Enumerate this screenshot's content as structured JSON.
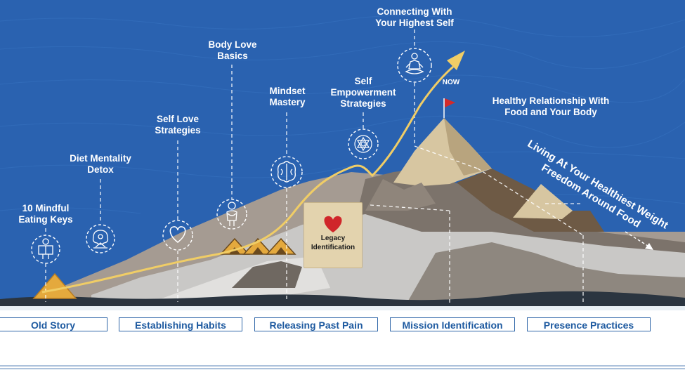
{
  "milestones": {
    "mindful_eating_keys": [
      "10 Mindful",
      "Eating Keys"
    ],
    "diet_mentality_detox": [
      "Diet Mentality",
      "Detox"
    ],
    "self_love_strategies": [
      "Self Love",
      "Strategies"
    ],
    "body_love_basics": [
      "Body Love",
      "Basics"
    ],
    "mindset_mastery": [
      "Mindset",
      "Mastery"
    ],
    "self_empowerment_strategies": [
      "Self",
      "Empowerment",
      "Strategies"
    ],
    "connecting_highest_self": [
      "Connecting With",
      "Your Highest Self"
    ],
    "healthy_relationship": [
      "Healthy Relationship With",
      "Food and Your Body"
    ]
  },
  "now_label": "NOW",
  "legacy_card": [
    "Legacy",
    "Identification"
  ],
  "freedom_text": [
    "Living At Your Healthiest Weight",
    "Freedom Around Food"
  ],
  "stages": [
    "Old Story",
    "Establishing Habits",
    "Releasing Past Pain",
    "Mission Identification",
    "Presence Practices"
  ],
  "icons": [
    "reading-person-icon",
    "brain-meditation-icon",
    "heart-icon",
    "hugging-self-icon",
    "brain-icon",
    "star-mandala-icon",
    "meditating-figure-icon",
    "flag-icon"
  ],
  "colors": {
    "sky": "#2a62b0",
    "path": "#f0cd66",
    "tent": "#e4a93d",
    "stage_border": "#2f66a8",
    "card": "#e3d3ae",
    "heart": "#d0262a",
    "flag": "#d42a2a"
  }
}
